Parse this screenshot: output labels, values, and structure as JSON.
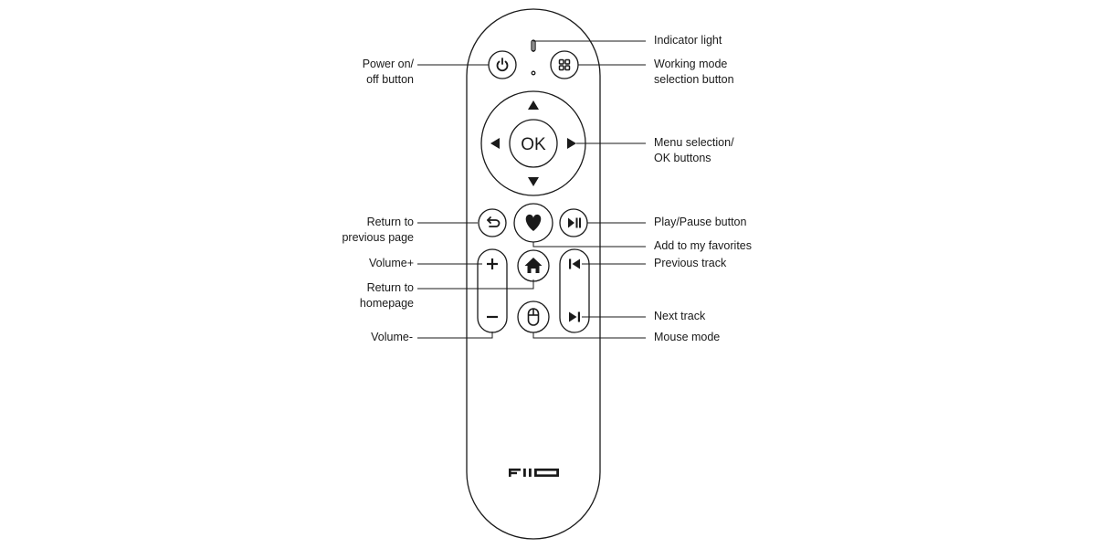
{
  "remote": {
    "ok_label": "OK",
    "brand": "FIIO"
  },
  "callouts": {
    "power": "Power on/\noff button",
    "return_prev": "Return to\nprevious page",
    "volume_up": "Volume+",
    "return_home": "Return to\nhomepage",
    "volume_down": "Volume-",
    "indicator": "Indicator light",
    "mode": "Working mode\nselection button",
    "menu": "Menu selection/\nOK buttons",
    "play_pause": "Play/Pause button",
    "favorites": "Add to my favorites",
    "prev_track": "Previous track",
    "next_track": "Next track",
    "mouse": "Mouse mode"
  },
  "colors": {
    "stroke": "#1a1a1a",
    "background": "#ffffff"
  }
}
